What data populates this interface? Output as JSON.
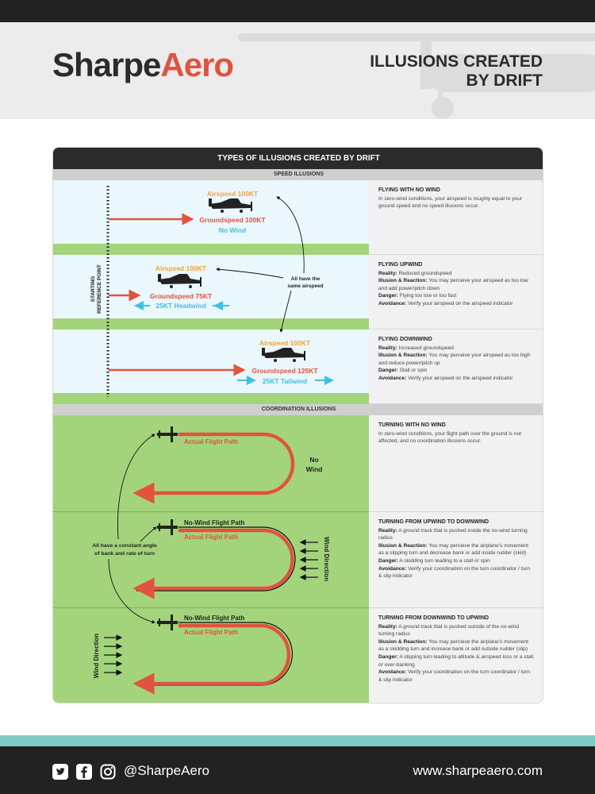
{
  "brand": {
    "name_main": "Sharpe",
    "name_accent": "Aero"
  },
  "page_title": {
    "line1": "ILLUSIONS CREATED",
    "line2": "BY DRIFT"
  },
  "card_title": "TYPES OF ILLUSIONS CREATED BY DRIFT",
  "sections": {
    "speed": "SPEED ILLUSIONS",
    "coordination": "COORDINATION ILLUSIONS"
  },
  "speed_diagram": {
    "reference_label_1": "STARTING",
    "reference_label_2": "REFERENCE POINT",
    "common_note_1": "All have the",
    "common_note_2": "same airspeed",
    "panels": [
      {
        "airspeed": "Airspeed 100KT",
        "groundspeed": "Groundspeed 100KT",
        "wind": "No Wind"
      },
      {
        "airspeed": "Airspeed 100KT",
        "groundspeed": "Groundspeed 75KT",
        "wind": "25KT Headwind"
      },
      {
        "airspeed": "Airspeed 100KT",
        "groundspeed": "Groundspeed 125KT",
        "wind": "25KT Tailwind"
      }
    ]
  },
  "coordination_diagram": {
    "common_note_1": "All have a constant angle",
    "common_note_2": "of bank and rate of turn",
    "panel1": {
      "path": "Actual Flight Path",
      "wind_1": "No",
      "wind_2": "Wind"
    },
    "panel2": {
      "nowind_path": "No-Wind Flight Path",
      "path": "Actual Flight Path",
      "wind": "Wind Direction"
    },
    "panel3": {
      "nowind_path": "No-Wind Flight Path",
      "path": "Actual Flight Path",
      "wind": "Wind Direction"
    }
  },
  "descriptions": [
    {
      "title": "FLYING WITH NO WIND",
      "body": "In zero-wind conditions, your airspeed is roughly equal to your ground speed and no speed illusions occur."
    },
    {
      "title": "FLYING UPWIND",
      "reality_label": "Reality:",
      "reality": "Reduced groundspeed",
      "illusion_label": "Illusion & Reaction:",
      "illusion": "You may perceive your airspeed as too low and add power/pitch down",
      "danger_label": "Danger:",
      "danger": "Flying too low or too fast",
      "avoid_label": "Avoidance:",
      "avoid": "Verify your airspeed on the airspeed indicator"
    },
    {
      "title": "FLYING DOWNWIND",
      "reality_label": "Reality:",
      "reality": "Increased groundspeed",
      "illusion_label": "Illusion & Reaction:",
      "illusion": "You may perceive your airspeed as too high and reduce power/pitch up",
      "danger_label": "Danger:",
      "danger": "Stall or spin",
      "avoid_label": "Avoidance:",
      "avoid": "Verify your airspeed on the airspeed indicator"
    },
    {
      "title": "TURNING WITH NO WIND",
      "body": "In zero-wind conditions, your flight path over the ground is not affected, and no coordination illusions occur."
    },
    {
      "title": "TURNING FROM UPWIND TO DOWNWIND",
      "reality_label": "Reality:",
      "reality": "A ground track that is pushed inside the no-wind turning radius",
      "illusion_label": "Illusion & Reaction:",
      "illusion": "You may perceive the airplane's movement as a slipping turn and decrease bank or add inside rudder (skid)",
      "danger_label": "Danger:",
      "danger": "A skidding turn leading to a stall or spin",
      "avoid_label": "Avoidance:",
      "avoid": "Verify your coordination on the turn coordinator / turn & slip indicator"
    },
    {
      "title": "TURNING FROM DOWNWIND TO UPWIND",
      "reality_label": "Reality:",
      "reality": "A ground track that is pushed outside of the no-wind turning radius",
      "illusion_label": "Illusion & Reaction:",
      "illusion": "You may perceive the airplane's movement as a skidding turn and increase bank or add outside rudder (slip)",
      "danger_label": "Danger:",
      "danger": "A slipping turn leading to altitude & airspeed loss or a stall, or over-banking",
      "avoid_label": "Avoidance:",
      "avoid": "Verify your coordination on the turn coordinator / turn & slip indicator"
    }
  ],
  "footer": {
    "handle": "@SharpeAero",
    "url": "www.sharpeaero.com"
  },
  "icons": [
    "twitter-icon",
    "facebook-icon",
    "instagram-icon",
    "airplane-icon",
    "arrow-icon"
  ],
  "colors": {
    "red": "#e0533e",
    "orange": "#f3a23c",
    "cyan": "#3fc0e3",
    "green": "#a3d47c",
    "dark": "#2b2b2b",
    "teal": "#7fc9c4"
  }
}
